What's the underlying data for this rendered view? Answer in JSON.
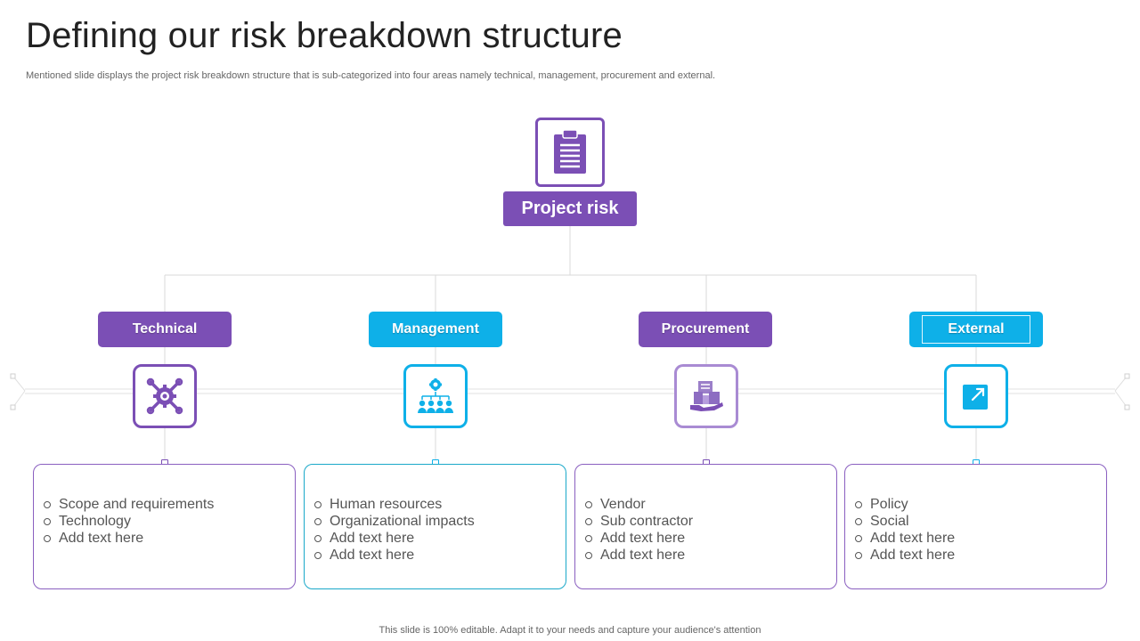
{
  "slide": {
    "title": "Defining our risk breakdown structure",
    "subtitle": "Mentioned slide displays the project risk breakdown structure that is sub-categorized into four areas namely technical, management, procurement and external.",
    "footer": "This slide is 100% editable. Adapt it to your needs and capture your audience's attention"
  },
  "root": {
    "label": "Project risk",
    "icon": "clipboard-icon"
  },
  "categories": [
    {
      "label": "Technical",
      "icon": "tools-gear-icon",
      "color": "#7b4fb5",
      "items": [
        "Scope and requirements",
        "Technology",
        "Add text here"
      ]
    },
    {
      "label": "Management",
      "icon": "team-hierarchy-icon",
      "color": "#0eb0e8",
      "items": [
        "Human resources",
        "Organizational impacts",
        "Add text here",
        "Add text here"
      ]
    },
    {
      "label": "Procurement",
      "icon": "vendor-hand-icon",
      "color": "#7b4fb5",
      "items": [
        "Vendor",
        "Sub contractor",
        "Add text here",
        "Add text here"
      ]
    },
    {
      "label": "External",
      "icon": "external-link-icon",
      "color": "#0eb0e8",
      "items": [
        "Policy",
        "Social",
        "Add text here",
        "Add text here"
      ]
    }
  ]
}
